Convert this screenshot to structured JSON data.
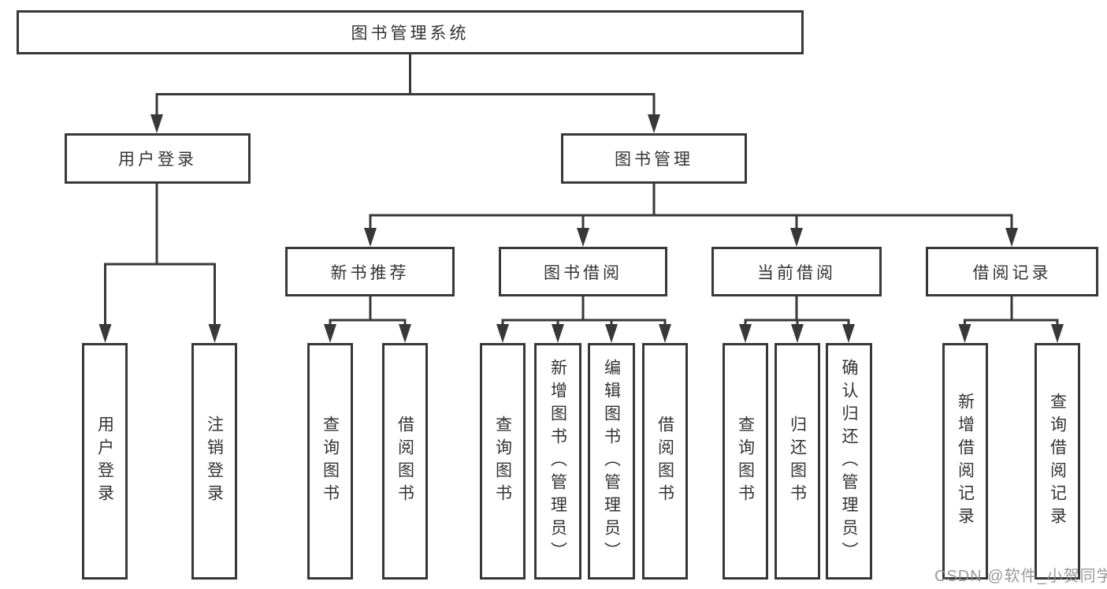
{
  "diagram": {
    "type": "hierarchy",
    "root": {
      "label": "图书管理系统"
    },
    "level2": [
      {
        "label": "用户登录"
      },
      {
        "label": "图书管理"
      }
    ],
    "level3": [
      {
        "label": "新书推荐",
        "parent": "图书管理"
      },
      {
        "label": "图书借阅",
        "parent": "图书管理"
      },
      {
        "label": "当前借阅",
        "parent": "图书管理"
      },
      {
        "label": "借阅记录",
        "parent": "图书管理"
      }
    ],
    "leaves": {
      "user": [
        "用户登录",
        "注销登录"
      ],
      "newbook": [
        "查询图书",
        "借阅图书"
      ],
      "borrow": [
        "查询图书",
        "新增图书（管理员）",
        "编辑图书（管理员）",
        "借阅图书"
      ],
      "current": [
        "查询图书",
        "归还图书",
        "确认归还（管理员）"
      ],
      "records": [
        "新增借阅记录",
        "查询借阅记录"
      ]
    }
  },
  "watermark": "CSDN @软件_小贺同学",
  "colors": {
    "line": "#383838",
    "text": "#333333",
    "background": "#ffffff",
    "watermark": "#8c8c8c"
  }
}
